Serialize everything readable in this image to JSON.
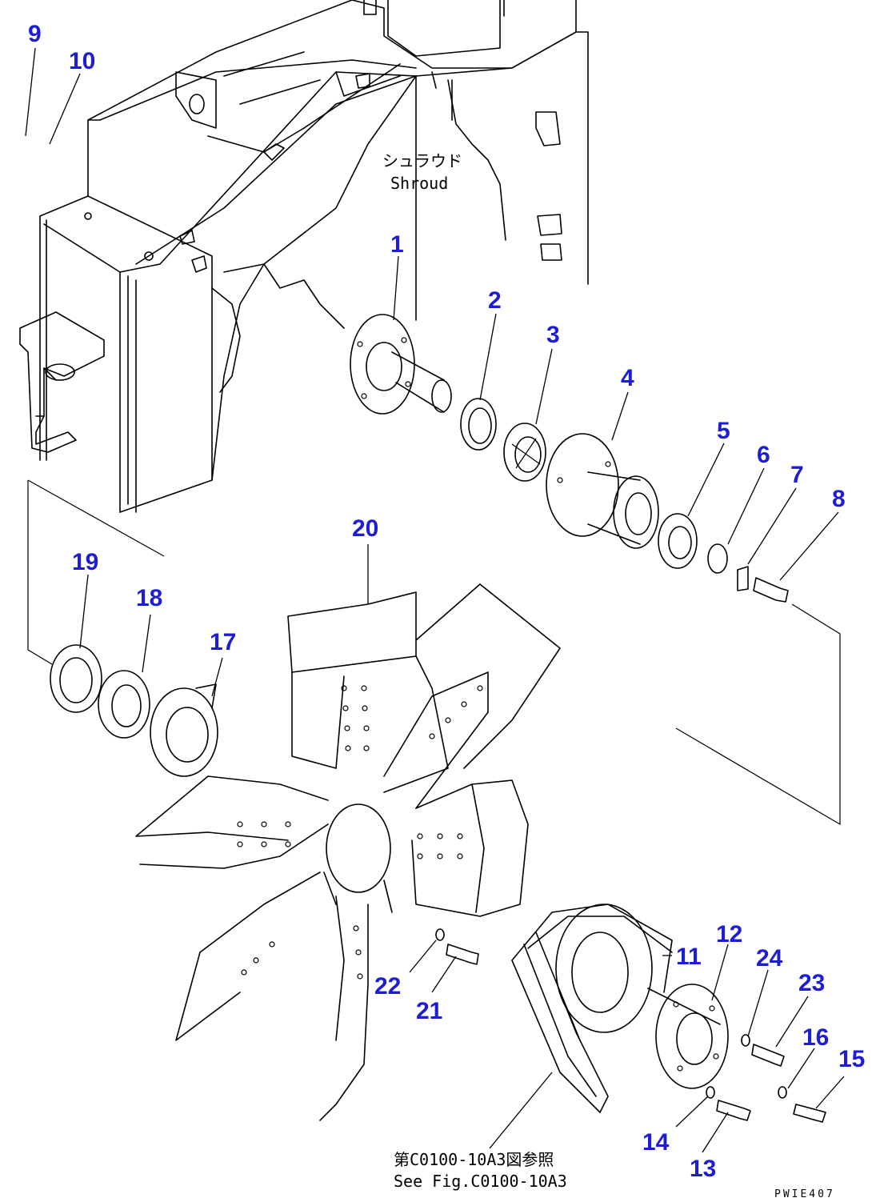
{
  "labels": {
    "shroud_jp": "シュラウド",
    "shroud_en": "Shroud",
    "ref_jp": "第C0100-10A3図参照",
    "ref_en": "See Fig.C0100-10A3",
    "drawing_code": "PWIE407"
  },
  "callouts": [
    "1",
    "2",
    "3",
    "4",
    "5",
    "6",
    "7",
    "8",
    "9",
    "10",
    "11",
    "12",
    "13",
    "14",
    "15",
    "16",
    "17",
    "18",
    "19",
    "20",
    "21",
    "22",
    "23",
    "24"
  ],
  "colors": {
    "callout": "#1d1dd6",
    "line": "#000000",
    "background": "#ffffff"
  }
}
